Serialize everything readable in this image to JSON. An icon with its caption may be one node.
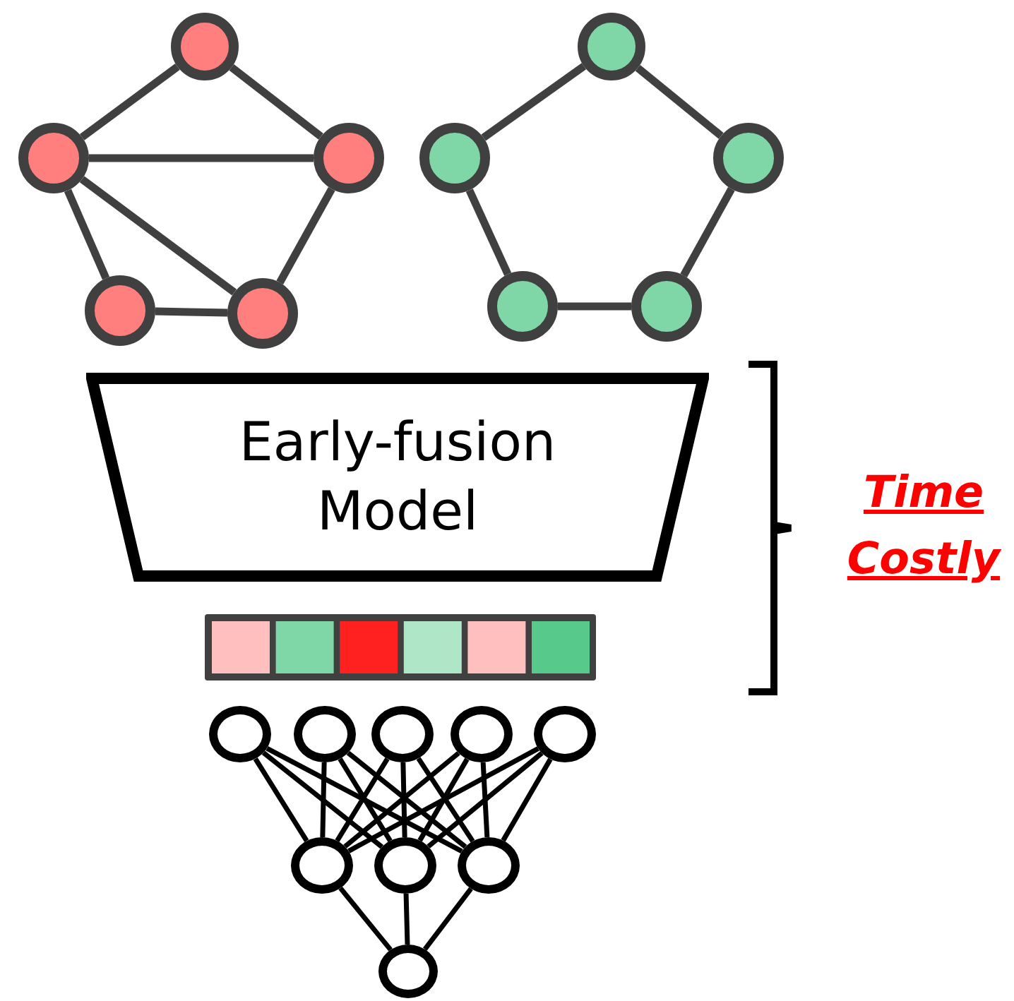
{
  "diagram": {
    "nodes": [
      {
        "text": [],
        "shape": "circle"
      },
      {
        "text": [],
        "shape": "circle"
      },
      {
        "text": [],
        "shape": "circle"
      },
      {
        "text": [],
        "shape": "circle"
      },
      {
        "text": [],
        "shape": "circle"
      },
      {
        "text": [],
        "shape": "circle"
      },
      {
        "text": [],
        "shape": "circle"
      },
      {
        "text": [],
        "shape": "circle"
      },
      {
        "text": [],
        "shape": "circle"
      },
      {
        "text": [],
        "shape": "circle"
      },
      {
        "text": [
          "Early-fusion Model"
        ]
      },
      {
        "text": [],
        "shape": "circle"
      },
      {
        "text": [],
        "shape": "circle"
      },
      {
        "text": [],
        "shape": "circle"
      },
      {
        "text": [],
        "shape": "circle"
      },
      {
        "text": [],
        "shape": "circle"
      },
      {
        "text": [],
        "shape": "circle"
      },
      {
        "text": [],
        "shape": "circle"
      },
      {
        "text": [],
        "shape": "circle"
      },
      {
        "text": [],
        "shape": "circle"
      }
    ],
    "edges": [
      {
        "from": 0,
        "to": 1,
        "arrow": "none",
        "color": "#404040"
      },
      {
        "from": 0,
        "to": 2,
        "arrow": "none",
        "color": "#404040"
      },
      {
        "from": 1,
        "to": 2,
        "arrow": "none",
        "color": "#404040"
      },
      {
        "from": 1,
        "to": 3,
        "arrow": "none",
        "color": "#404040"
      },
      {
        "from": 1,
        "to": 4,
        "arrow": "none",
        "color": "#404040"
      },
      {
        "from": 2,
        "to": 4,
        "arrow": "none",
        "color": "#404040"
      },
      {
        "from": 3,
        "to": 4,
        "arrow": "none",
        "color": "#404040"
      },
      {
        "from": 5,
        "to": 6,
        "arrow": "none",
        "color": "#404040"
      },
      {
        "from": 5,
        "to": 7,
        "arrow": "none",
        "color": "#404040"
      },
      {
        "from": 6,
        "to": 8,
        "arrow": "none",
        "color": "#404040"
      },
      {
        "from": 7,
        "to": 9,
        "arrow": "none",
        "color": "#404040"
      },
      {
        "from": 8,
        "to": 9,
        "arrow": "none",
        "color": "#404040"
      },
      {
        "from": 11,
        "to": 16,
        "arrow": "none"
      },
      {
        "from": 11,
        "to": 17,
        "arrow": "none"
      },
      {
        "from": 11,
        "to": 18,
        "arrow": "none"
      },
      {
        "from": 12,
        "to": 16,
        "arrow": "none"
      },
      {
        "from": 12,
        "to": 17,
        "arrow": "none"
      },
      {
        "from": 12,
        "to": 18,
        "arrow": "none"
      },
      {
        "from": 13,
        "to": 16,
        "arrow": "none"
      },
      {
        "from": 13,
        "to": 17,
        "arrow": "none"
      },
      {
        "from": 13,
        "to": 18,
        "arrow": "none"
      },
      {
        "from": 14,
        "to": 16,
        "arrow": "none"
      },
      {
        "from": 14,
        "to": 17,
        "arrow": "none"
      },
      {
        "from": 14,
        "to": 18,
        "arrow": "none"
      },
      {
        "from": 15,
        "to": 16,
        "arrow": "none"
      },
      {
        "from": 15,
        "to": 17,
        "arrow": "none"
      },
      {
        "from": 15,
        "to": 18,
        "arrow": "none"
      },
      {
        "from": 16,
        "to": 19,
        "arrow": "none"
      },
      {
        "from": 17,
        "to": 19,
        "arrow": "none"
      },
      {
        "from": 18,
        "to": 19,
        "arrow": "none"
      }
    ],
    "labels": [
      "Time Costly"
    ]
  }
}
